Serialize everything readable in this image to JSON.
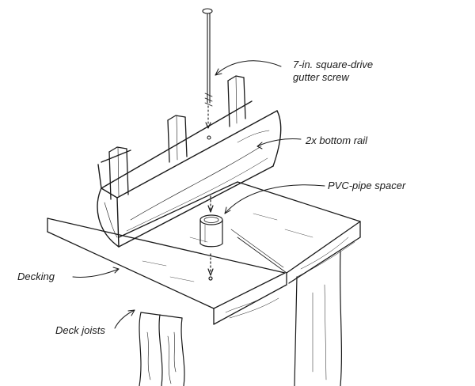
{
  "labels": {
    "screw_line1": "7-in. square-drive",
    "screw_line2": "gutter screw",
    "bottom_rail": "2x bottom rail",
    "spacer": "PVC-pipe spacer",
    "decking": "Decking",
    "joists": "Deck joists"
  },
  "colors": {
    "ink": "#1a1a1a",
    "paper": "#ffffff"
  }
}
